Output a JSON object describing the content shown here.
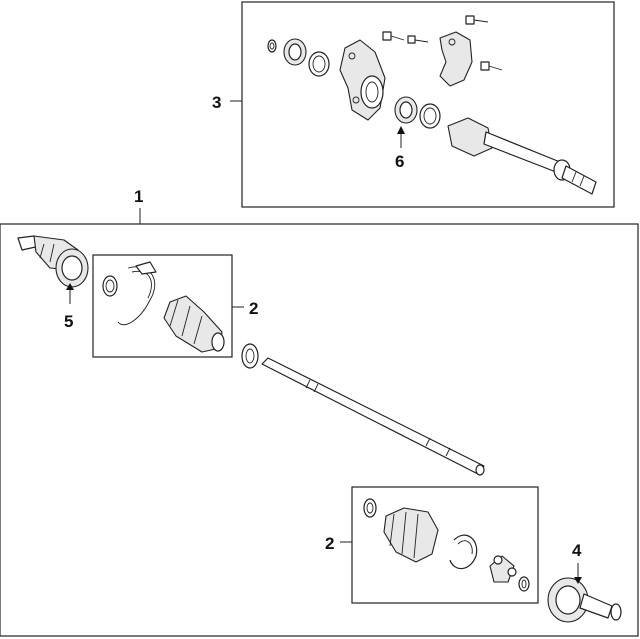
{
  "callouts": {
    "c1": "1",
    "c2_upper": "2",
    "c2_lower": "2",
    "c3": "3",
    "c4": "4",
    "c5": "5",
    "c6": "6"
  },
  "colors": {
    "line": "#222222",
    "background": "#ffffff",
    "part_shade": "#e8e8e8"
  }
}
